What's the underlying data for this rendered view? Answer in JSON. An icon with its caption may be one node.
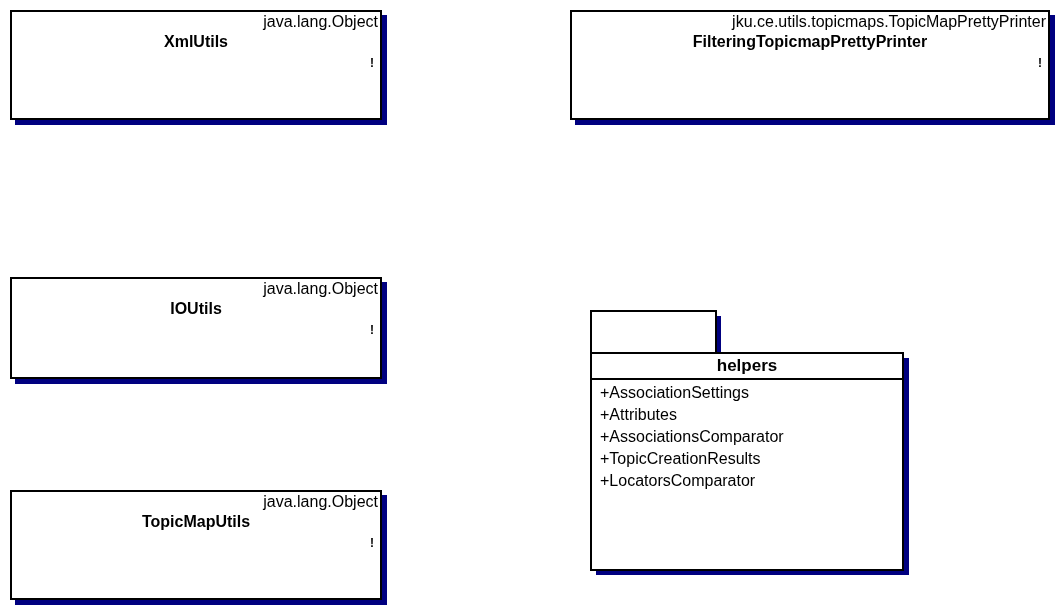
{
  "diagram": {
    "nodes": [
      {
        "text": [
          "java.lang.Object",
          "XmlUtils",
          "!"
        ]
      },
      {
        "text": [
          "jku.ce.utils.topicmaps.TopicMapPrettyPrinter",
          "FilteringTopicmapPrettyPrinter",
          "!"
        ]
      },
      {
        "text": [
          "java.lang.Object",
          "IOUtils",
          "!"
        ]
      },
      {
        "text": [
          "helpers",
          "+AssociationSettings",
          "+Attributes",
          "+AssociationsComparator",
          "+TopicCreationResults",
          "+LocatorsComparator"
        ]
      },
      {
        "text": [
          "java.lang.Object",
          "TopicMapUtils",
          "!"
        ]
      }
    ],
    "edges": []
  }
}
